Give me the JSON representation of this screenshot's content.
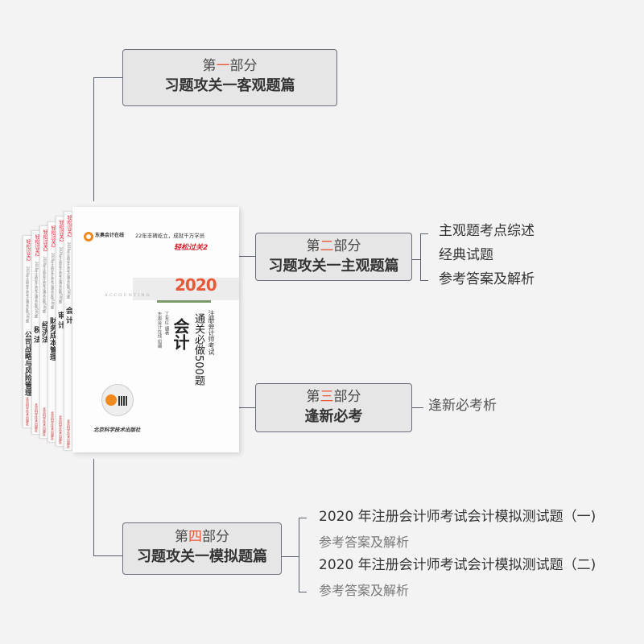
{
  "parts": [
    {
      "prefix": "第",
      "num": "一",
      "suffix": "部分",
      "title": "习题攻关一客观题篇"
    },
    {
      "prefix": "第",
      "num": "二",
      "suffix": "部分",
      "title": "习题攻关一主观题篇",
      "items": [
        "主观题考点综述",
        "经典试题",
        "参考答案及解析"
      ]
    },
    {
      "prefix": "第",
      "num": "三",
      "suffix": "部分",
      "title": "逢新必考",
      "items": [
        "逢新必考析"
      ]
    },
    {
      "prefix": "第",
      "num": "四",
      "suffix": "部分",
      "title": "习题攻关一模拟题篇",
      "items": [
        "2020 年注册会计师考试会计模拟测试题（一)",
        "参考答案及解析",
        "2020 年注册会计师考试会计模拟测试题（二)",
        "参考答案及解析"
      ]
    }
  ],
  "book": {
    "logo": "东奥会计在线",
    "slogan": "22年丰碑屹立，成就千万学员",
    "series": "轻松过关2",
    "year": "2020",
    "english": "ACCOUNTING",
    "exam": "注册会计师考试",
    "title": "通关必做500题",
    "subject": "会计",
    "author": "丁军红 编著",
    "editor": "东奥会计在线 组编",
    "publisher": "北京科学技术出版社",
    "spine_subtitle": "2020年注册会计师考试通关必做500题",
    "spines": [
      "公司战略与风险管理",
      "税 法",
      "经济法",
      "财务成本管理",
      "审 计",
      "会 计"
    ]
  },
  "colors": {
    "accent": "#e8583a",
    "line": "#5b6170",
    "box": "#e6e6e6"
  }
}
